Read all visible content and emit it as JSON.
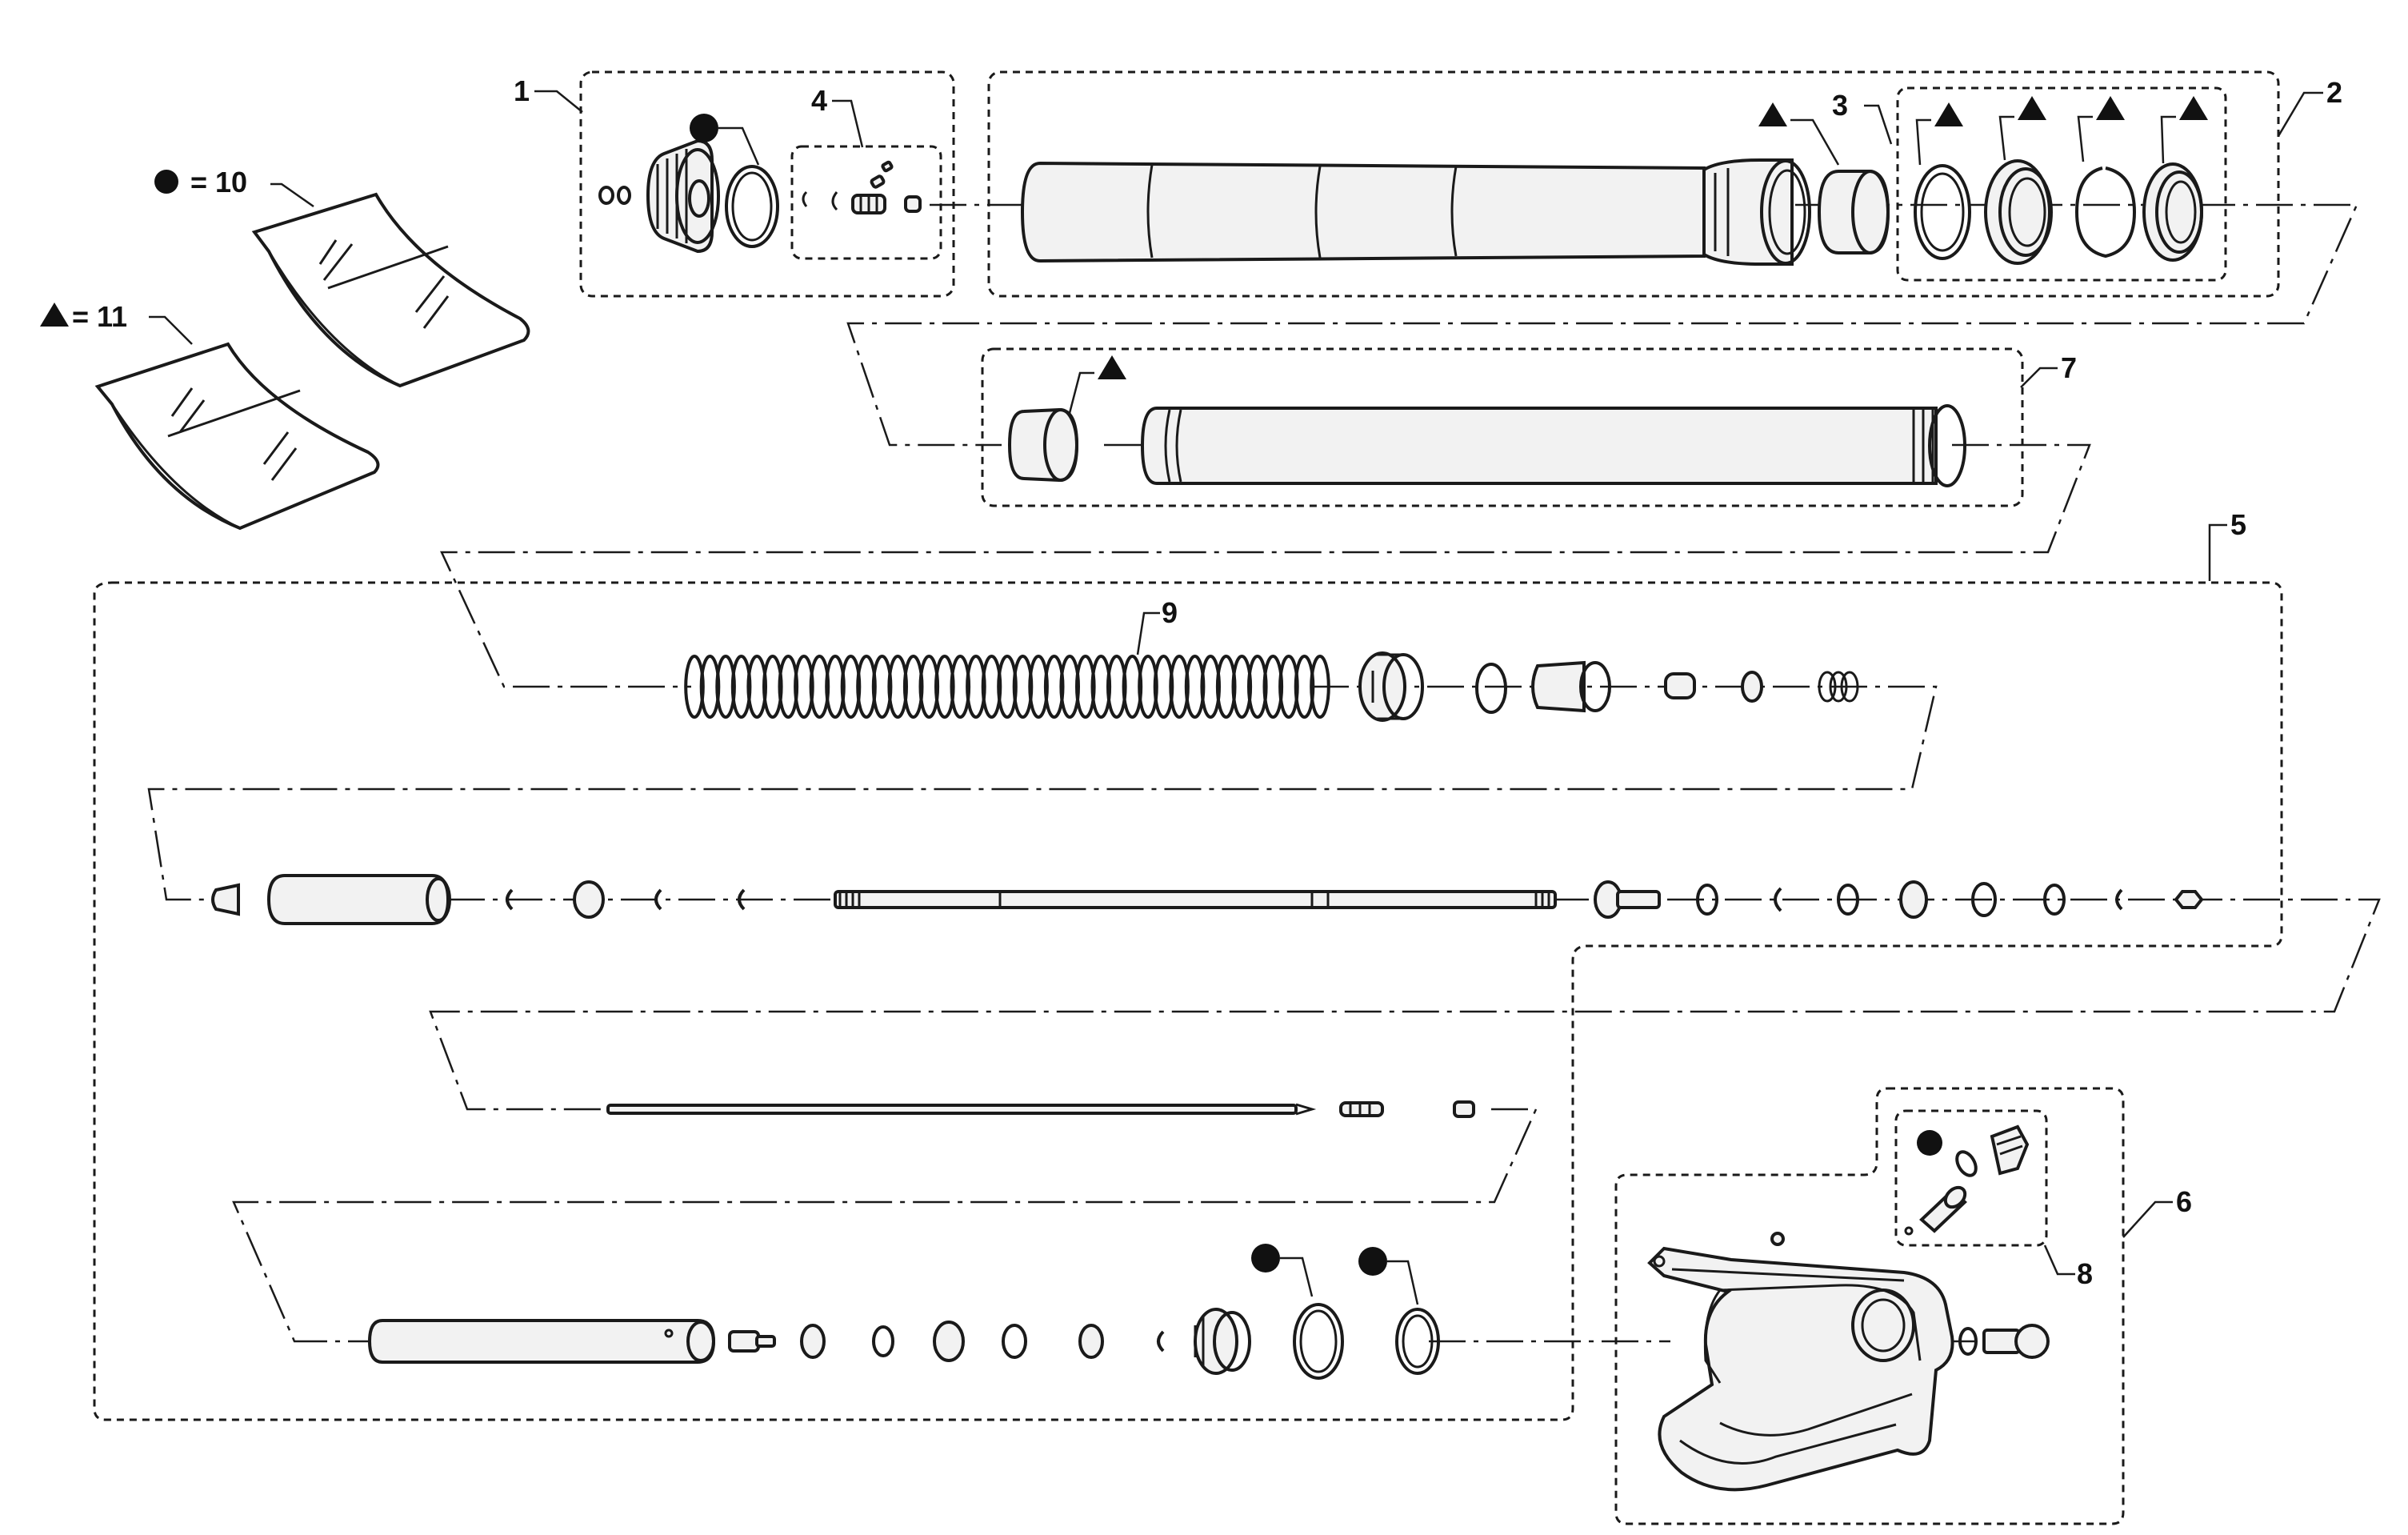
{
  "legend": {
    "circle_label": "= 10",
    "triangle_label": "= 11"
  },
  "callouts": [
    "1",
    "2",
    "3",
    "4",
    "5",
    "6",
    "7",
    "8",
    "9"
  ],
  "markers": {
    "circle": "filled-circle",
    "triangle": "filled-triangle"
  },
  "colors": {
    "ink": "#1a1a1a",
    "background": "#ffffff"
  }
}
